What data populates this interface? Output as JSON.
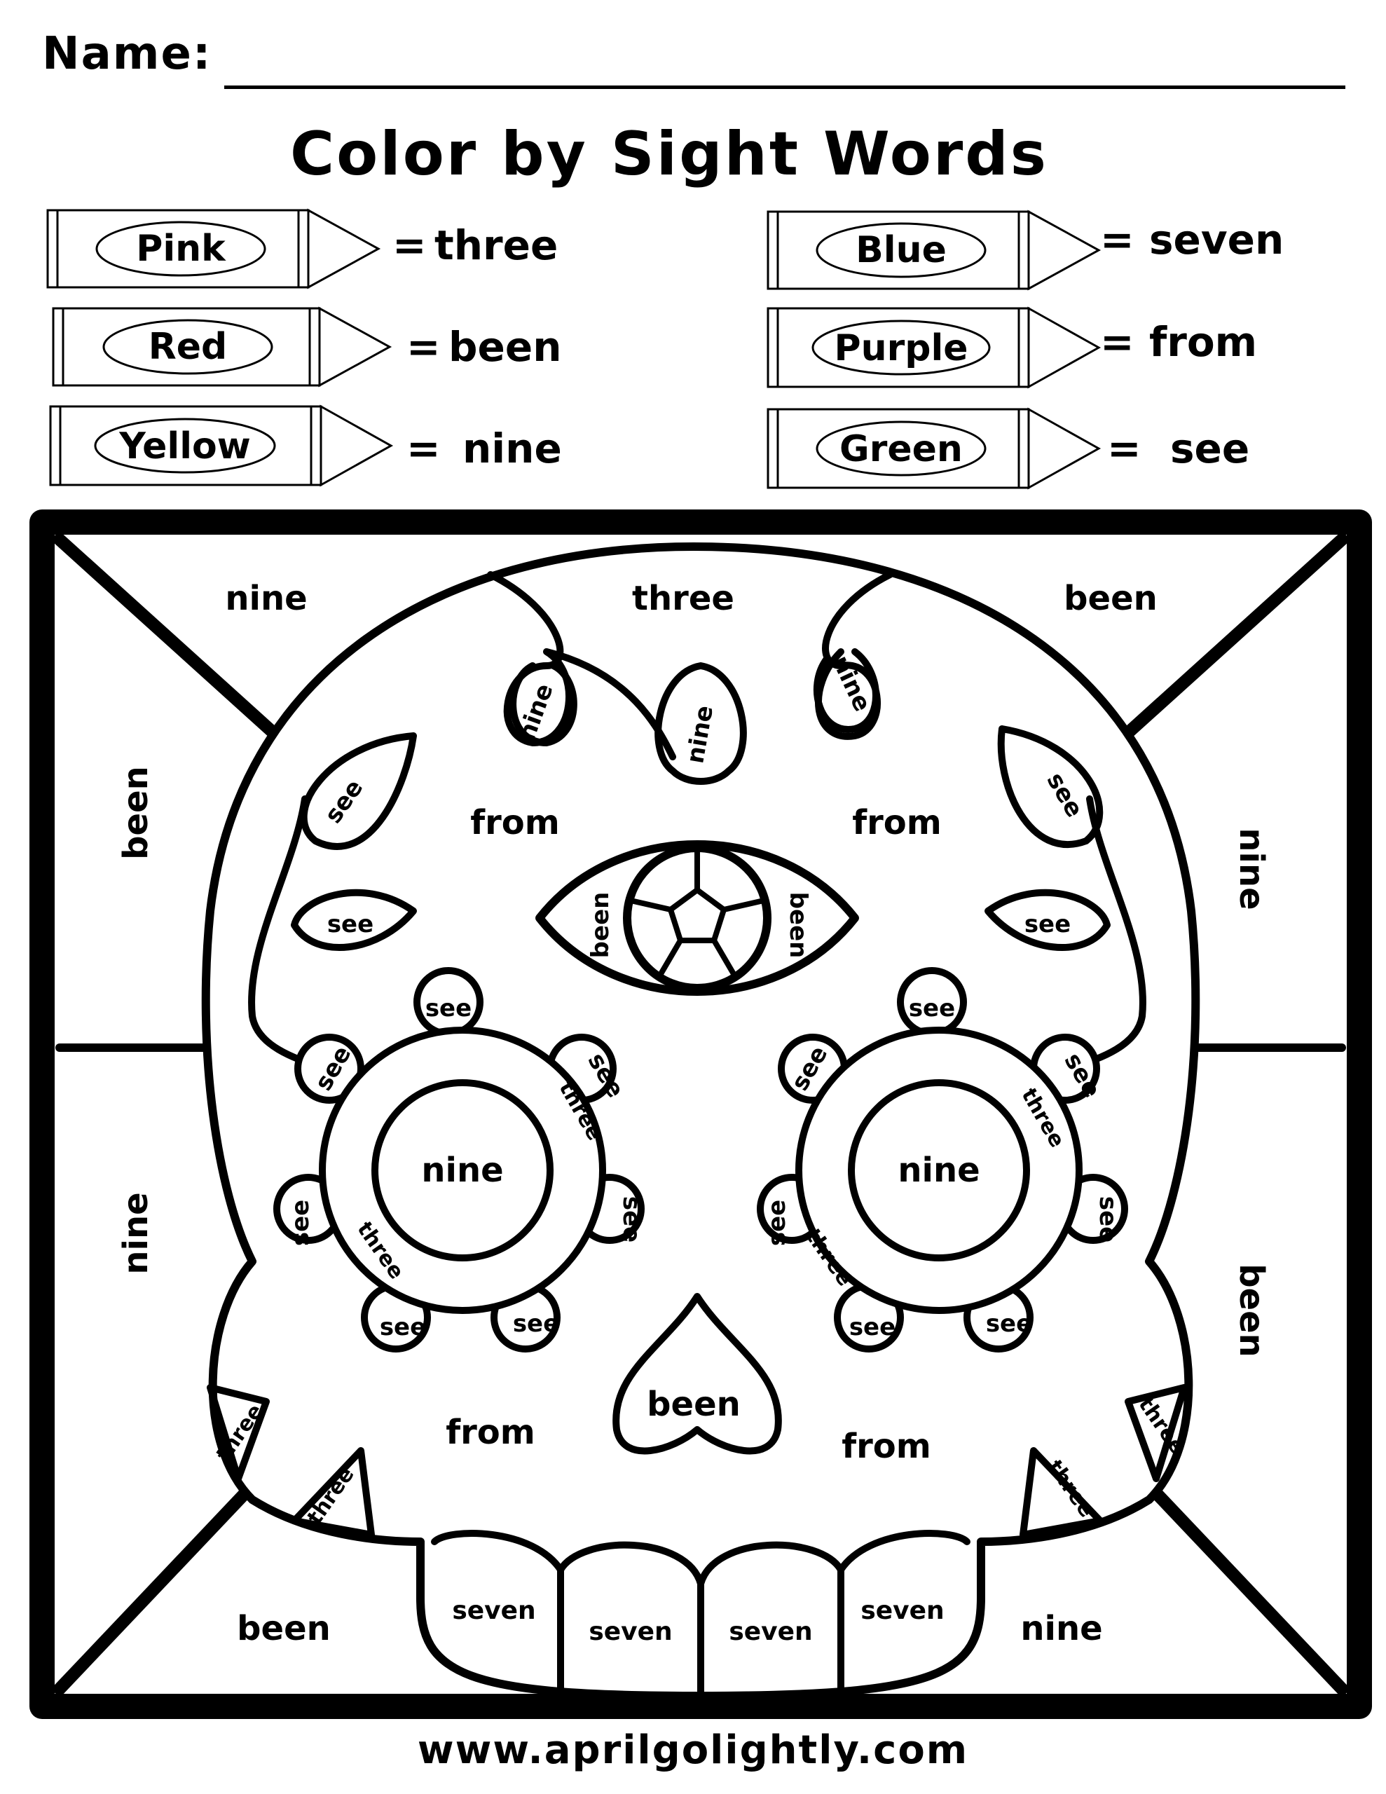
{
  "header": {
    "name_label": "Name:",
    "title": "Color by Sight Words"
  },
  "key": [
    {
      "color": "Pink",
      "word": "three"
    },
    {
      "color": "Red",
      "word": "been"
    },
    {
      "color": "Yellow",
      "word": "nine"
    },
    {
      "color": "Blue",
      "word": "seven"
    },
    {
      "color": "Purple",
      "word": "from"
    },
    {
      "color": "Green",
      "word": "see"
    }
  ],
  "equals": "=",
  "regions": {
    "top_left": "nine",
    "top_center": "three",
    "top_right": "been",
    "left_upper": "been",
    "left_lower": "nine",
    "right_upper": "nine",
    "right_lower": "been",
    "bottom_left": "been",
    "bottom_right": "nine",
    "loop_left": "nine",
    "loop_center": "nine",
    "loop_right": "nine",
    "leaf": "see",
    "forehead_left": "from",
    "forehead_right": "from",
    "third_eye_left": "been",
    "third_eye_right": "been",
    "eye_center": "nine",
    "petal_see": "see",
    "ring_three": "three",
    "nose": "been",
    "cheek_left": "from",
    "cheek_right": "from",
    "jaw_three": "three",
    "tooth": "seven"
  },
  "footer": "www.aprilgolightly.com"
}
